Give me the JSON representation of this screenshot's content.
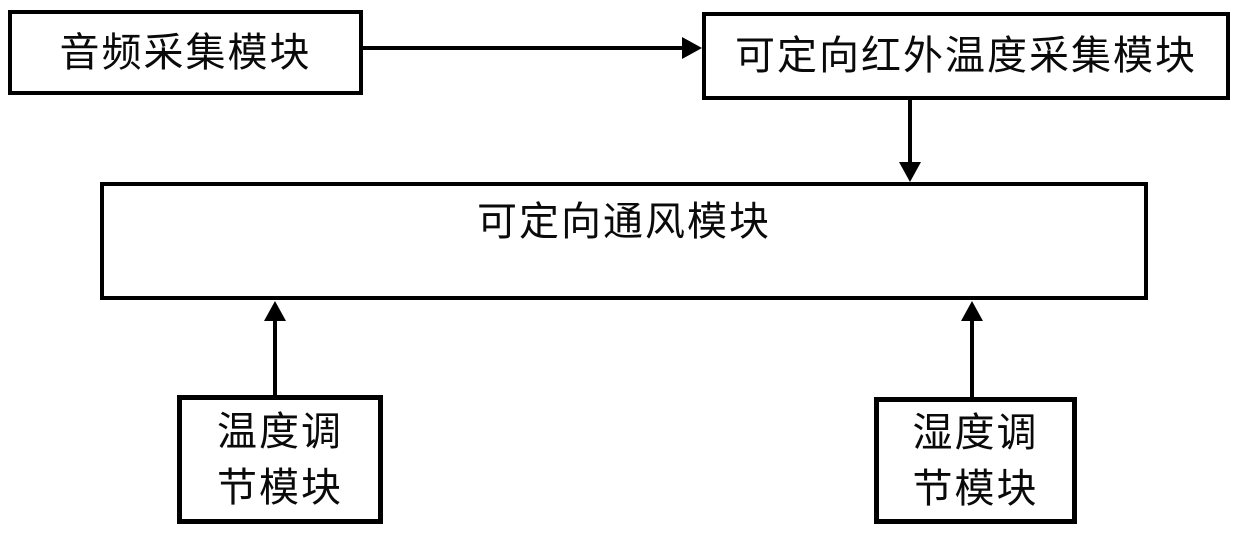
{
  "diagram": {
    "type": "block-diagram",
    "colors": {
      "background": "#ffffff",
      "box_border": "#000000",
      "box_fill": "#ffffff",
      "text": "#0a0a0a",
      "arrow": "#000000"
    },
    "nodes": {
      "audio": {
        "label": "音频采集模块"
      },
      "infrared": {
        "label": "可定向红外温度采集模块"
      },
      "ventilation": {
        "label": "可定向通风模块"
      },
      "temperature": {
        "lines": [
          "温度调",
          "节模块"
        ]
      },
      "humidity": {
        "lines": [
          "湿度调",
          "节模块"
        ]
      }
    },
    "edges": [
      {
        "from": "音频采集模块",
        "to": "可定向红外温度采集模块",
        "direction": "right"
      },
      {
        "from": "可定向红外温度采集模块",
        "to": "可定向通风模块",
        "direction": "down"
      },
      {
        "from": "温度调节模块",
        "to": "可定向通风模块",
        "direction": "up"
      },
      {
        "from": "湿度调节模块",
        "to": "可定向通风模块",
        "direction": "up"
      }
    ]
  }
}
